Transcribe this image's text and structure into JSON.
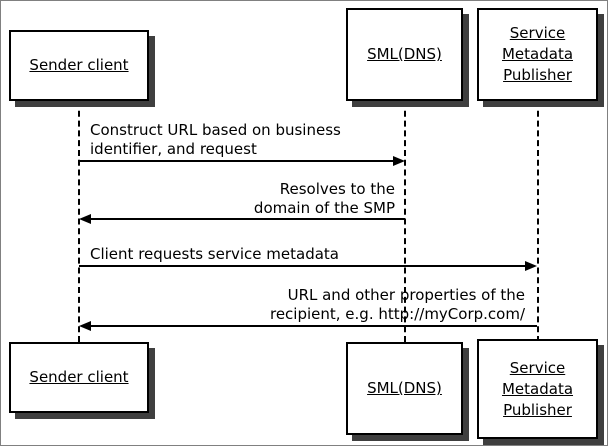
{
  "diagram": {
    "type": "sequence-diagram",
    "participants": [
      {
        "name": "sender-client",
        "label_lines": [
          "Sender client"
        ]
      },
      {
        "name": "sml-dns",
        "label_lines": [
          "SML(DNS)"
        ]
      },
      {
        "name": "service-metadata-publisher",
        "label_lines": [
          "Service",
          "Metadata",
          "Publisher"
        ]
      }
    ],
    "messages": [
      {
        "from": "Sender client",
        "to": "SML(DNS)",
        "direction": "right",
        "label_lines": [
          "Construct URL based on business",
          "identifier, and request"
        ]
      },
      {
        "from": "SML(DNS)",
        "to": "Sender client",
        "direction": "left",
        "label_lines": [
          "Resolves to the",
          "domain of the SMP"
        ]
      },
      {
        "from": "Sender client",
        "to": "Service Metadata Publisher",
        "direction": "right",
        "label_lines": [
          "Client requests service metadata"
        ]
      },
      {
        "from": "Service Metadata Publisher",
        "to": "Sender client",
        "direction": "left",
        "label_lines": [
          "URL and other properties of the",
          "recipient, e.g. http://myCorp.com/"
        ]
      }
    ],
    "colors": {
      "line": "#000000",
      "box_background": "#ffffff",
      "box_border": "#000000",
      "shadow": "#3f3f3f",
      "background": "#ffffff"
    }
  }
}
